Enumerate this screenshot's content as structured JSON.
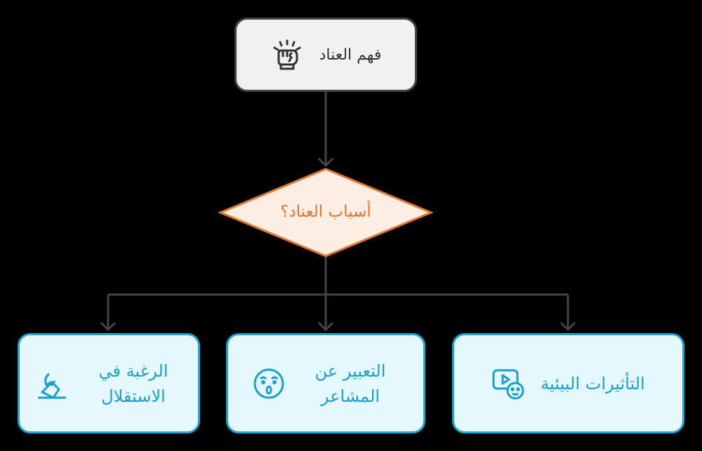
{
  "nodes": {
    "root": {
      "label": "فهم العناد",
      "icon": "fist-icon"
    },
    "decision": {
      "label": "أسباب العناد؟"
    },
    "leaves": [
      {
        "label": "الرغبة في الاستقلال",
        "icon": "vote-hand-icon"
      },
      {
        "label": "التعبير عن المشاعر",
        "icon": "surprised-face-icon"
      },
      {
        "label": "التأثيرات البيئية",
        "icon": "media-child-icon"
      }
    ]
  },
  "colors": {
    "root_fill": "#f1f1f1",
    "root_stroke": "#444444",
    "decision_fill": "#fdeee3",
    "decision_stroke": "#e0782f",
    "leaf_fill": "#e4f8fe",
    "leaf_stroke": "#1da6d6"
  }
}
